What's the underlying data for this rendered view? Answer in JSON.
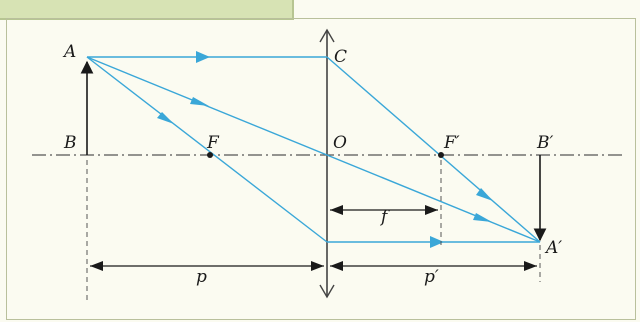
{
  "header": {
    "tab_text": ""
  },
  "labels": {
    "A": "A",
    "B": "B",
    "C": "C",
    "F": "F",
    "O": "O",
    "F_prime": "F′",
    "B_prime": "B′",
    "A_prime": "A′",
    "f": "f",
    "p": "p",
    "p_prime": "p′"
  },
  "colors": {
    "ray": "#3aa7d8",
    "axis": "#555555",
    "ink": "#1a1a1a",
    "frame_bg": "#fbfbf1",
    "tab_bg": "#d7e3b4"
  },
  "icons": {
    "lens": "converging-lens-double-arrow",
    "ray_arrow": "arrow-head"
  }
}
